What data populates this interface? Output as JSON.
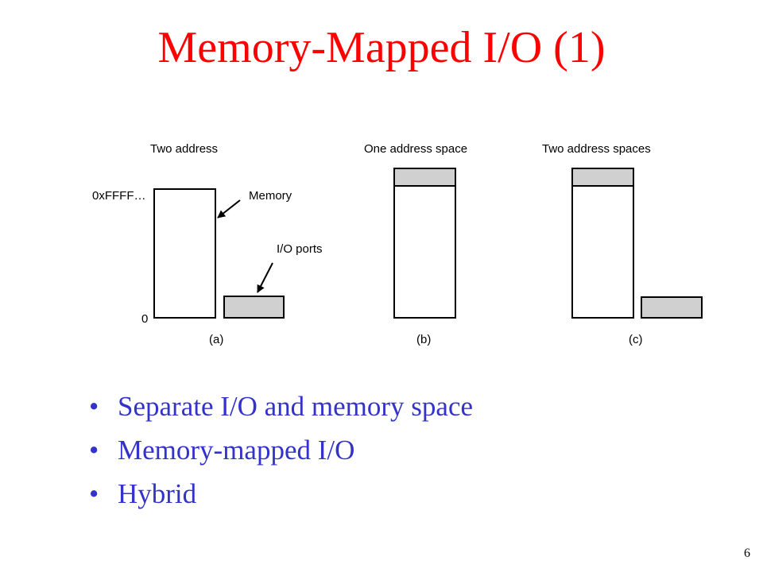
{
  "slide": {
    "title": "Memory-Mapped I/O (1)",
    "page_number": "6"
  },
  "diagram": {
    "columns": [
      {
        "header": "Two address",
        "caption": "(a)"
      },
      {
        "header": "One address space",
        "caption": "(b)"
      },
      {
        "header": "Two address spaces",
        "caption": "(c)"
      }
    ],
    "labels": {
      "top_address": "0xFFFF…",
      "bottom_address": "0",
      "memory": "Memory",
      "io_ports": "I/O ports"
    },
    "colors": {
      "io_fill": "#d0d0d0",
      "memory_fill": "#ffffff",
      "stroke": "#000000"
    }
  },
  "bullets": [
    {
      "text": "Separate I/O and memory space"
    },
    {
      "text": "Memory-mapped I/O"
    },
    {
      "text": "Hybrid"
    }
  ],
  "style": {
    "title_color": "#ff0000",
    "bullet_color": "#3333cc"
  }
}
